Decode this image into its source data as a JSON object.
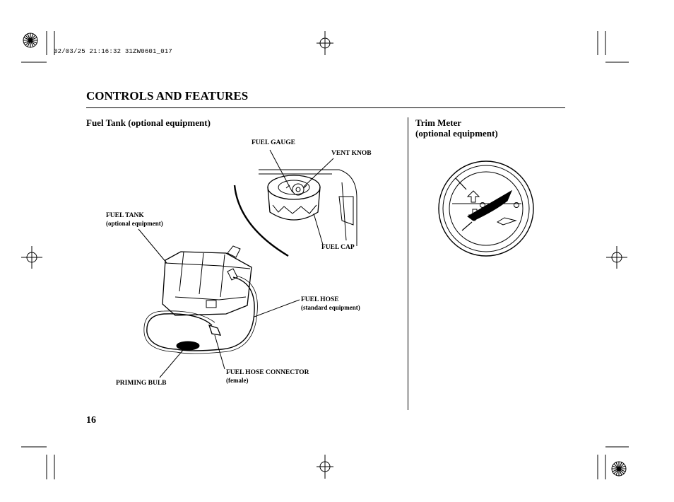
{
  "print_stamp": "02/03/25 21:16:32 31ZW0601_017",
  "section_title": "CONTROLS AND FEATURES",
  "fuel_tank": {
    "heading": "Fuel Tank (optional equipment)",
    "labels": {
      "fuel_gauge": "FUEL GAUGE",
      "vent_knob": "VENT KNOB",
      "fuel_cap": "FUEL CAP",
      "fuel_tank": "FUEL TANK",
      "fuel_tank_note": "(optional equipment)",
      "fuel_hose": "FUEL HOSE",
      "fuel_hose_note": "(standard equipment)",
      "fuel_hose_connector": "FUEL HOSE CONNECTOR",
      "fuel_hose_connector_note": "(female)",
      "priming_bulb": "PRIMING BULB"
    }
  },
  "trim_meter": {
    "heading_line1": "Trim Meter",
    "heading_line2": "(optional equipment)"
  },
  "page_number": "16"
}
